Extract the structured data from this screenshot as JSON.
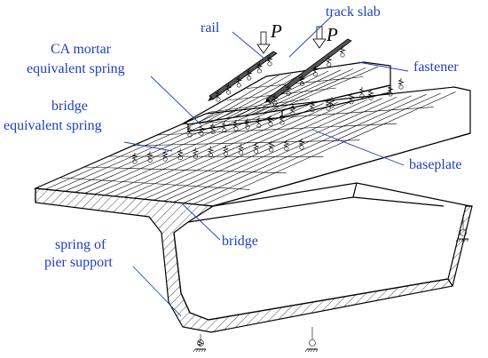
{
  "labels": {
    "rail": "rail",
    "track_slab": "track slab",
    "fastener": "fastener",
    "ca_mortar_line1": "CA mortar",
    "ca_mortar_line2": "equivalent spring",
    "bridge_spring_line1": "bridge",
    "bridge_spring_line2": "equivalent spring",
    "baseplate": "baseplate",
    "bridge": "bridge",
    "pier_spring_line1": "spring of",
    "pier_spring_line2": "pier support"
  },
  "loads": {
    "left": "P",
    "right": "P"
  },
  "colors": {
    "label": "#1f3fbf",
    "structure": "#000000",
    "background": "#ffffff"
  }
}
